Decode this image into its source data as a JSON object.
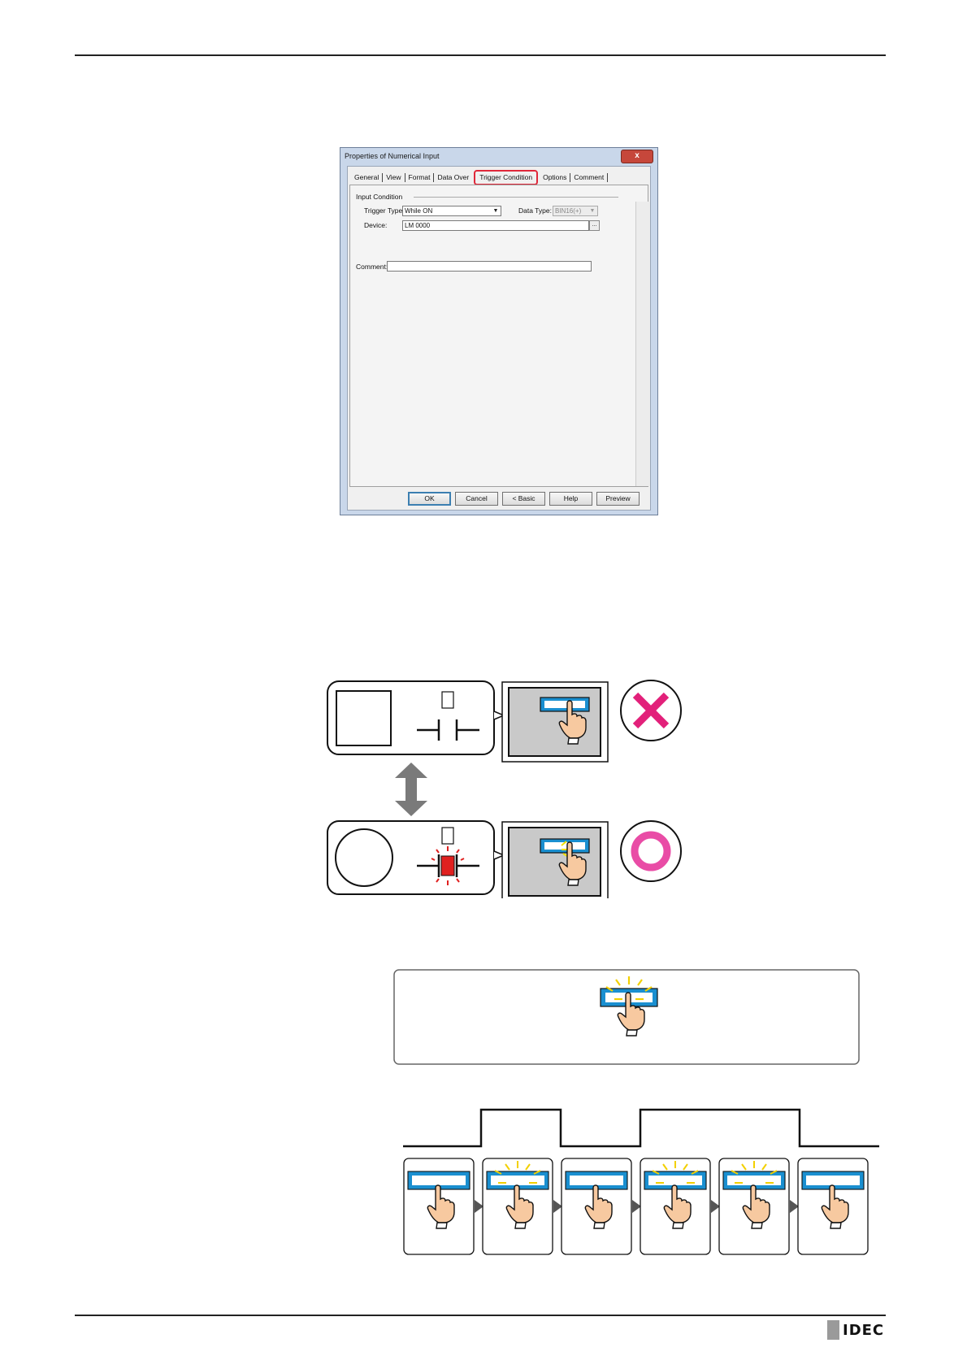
{
  "dialog": {
    "title": "Properties of Numerical Input",
    "close_glyph": "x",
    "tabs": [
      "General",
      "View",
      "Format",
      "Data Over",
      "Trigger Condition",
      "Options",
      "Comment"
    ],
    "active_tab": "Trigger Condition",
    "group_label": "Input Condition",
    "trigger_type_label": "Trigger Type:",
    "trigger_type_value": "While ON",
    "data_type_label": "Data Type:",
    "data_type_value": "BIN16(+)",
    "device_label": "Device:",
    "device_value": "LM 0000",
    "ellipsis_glyph": "...",
    "comment_label": "Comment:",
    "comment_value": "",
    "buttons": {
      "ok": "OK",
      "cancel": "Cancel",
      "basic": "< Basic",
      "help": "Help",
      "preview": "Preview"
    },
    "highlight_color": "#e0283a"
  },
  "diagram": {
    "ng_color": "#e2207a",
    "ok_color": "#e94ca6",
    "button_blue": "#1a8fd0",
    "lamp_red": "#e0201f"
  },
  "timing": {
    "signal_segments": [
      "low",
      "high",
      "low",
      "high",
      "high",
      "low"
    ],
    "panels": [
      false,
      true,
      false,
      true,
      true,
      false
    ]
  },
  "footer": {
    "logo": "IDEC"
  }
}
